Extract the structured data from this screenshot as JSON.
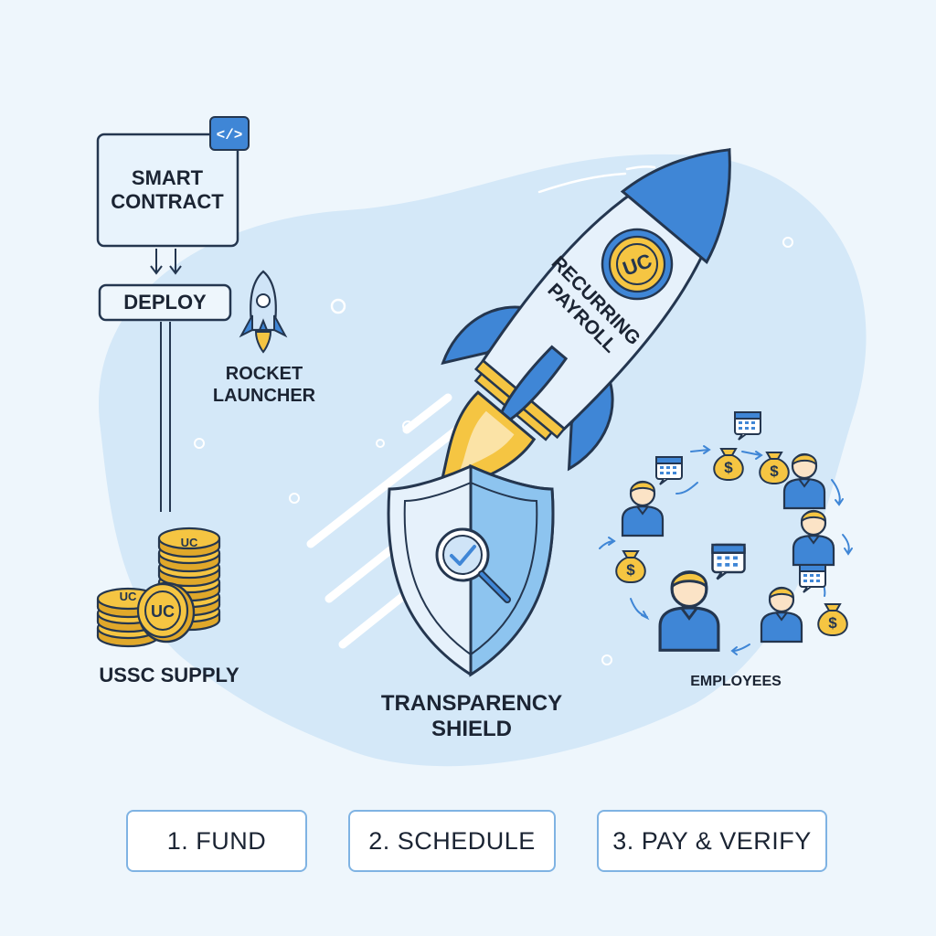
{
  "smart_contract": {
    "label": "SMART CONTRACT",
    "code_badge": "</>"
  },
  "deploy": {
    "label": "DEPLOY"
  },
  "rocket_launcher": {
    "label": "ROCKET LAUNCHER"
  },
  "supply": {
    "label": "USSC SUPPLY",
    "coin_text": "UC"
  },
  "rocket": {
    "label": "RECURRING PAYROLL",
    "emblem": "UC"
  },
  "shield": {
    "label": "TRANSPARENCY SHIELD"
  },
  "employees": {
    "label": "EMPLOYEES",
    "money_symbol": "$"
  },
  "steps": [
    {
      "label": "1. FUND"
    },
    {
      "label": "2. SCHEDULE"
    },
    {
      "label": "3. PAY & VERIFY"
    }
  ],
  "colors": {
    "background": "#eef6fc",
    "blob": "#d4e8f8",
    "accent_blue": "#3f86d6",
    "light_blue": "#cfe4f7",
    "gold": "#f5c542",
    "outline": "#24364f"
  }
}
